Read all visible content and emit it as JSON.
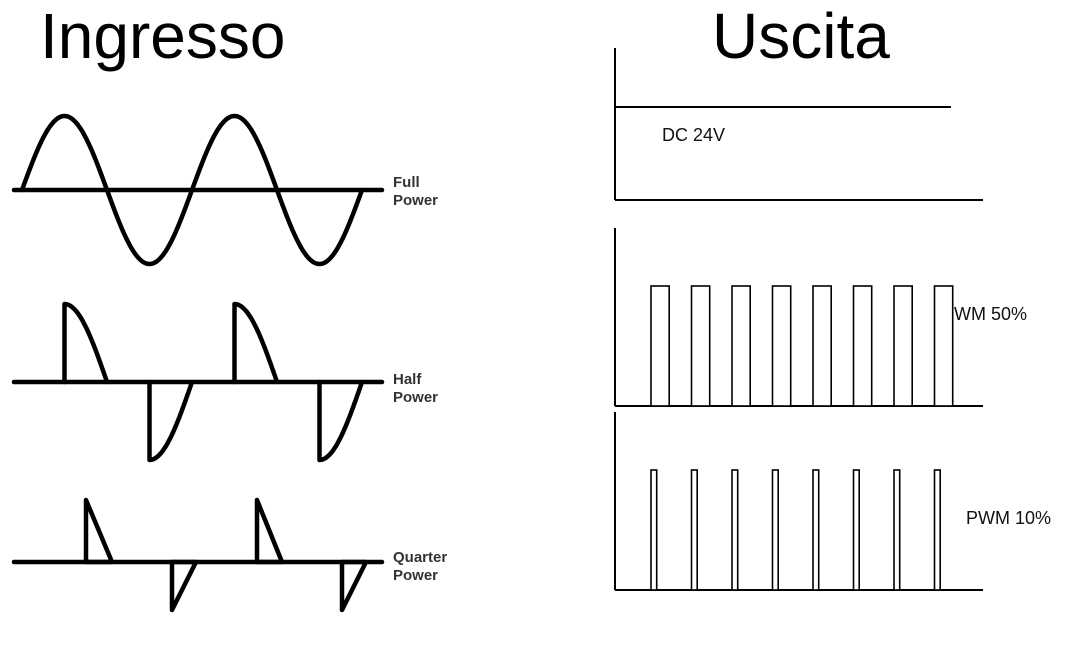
{
  "titles": {
    "input": "Ingresso",
    "output": "Uscita"
  },
  "input_waves": [
    {
      "line1": "Full",
      "line2": "Power"
    },
    {
      "line1": "Half",
      "line2": "Power"
    },
    {
      "line1": "Quarter",
      "line2": "Power"
    }
  ],
  "output_panels": {
    "dc": {
      "label": "DC 24V"
    },
    "pwm50": {
      "label": "PWM 50%",
      "duty": 0.5,
      "pulses": 8
    },
    "pwm10": {
      "label": "PWM 10%",
      "duty": 0.1,
      "pulses": 8
    }
  }
}
